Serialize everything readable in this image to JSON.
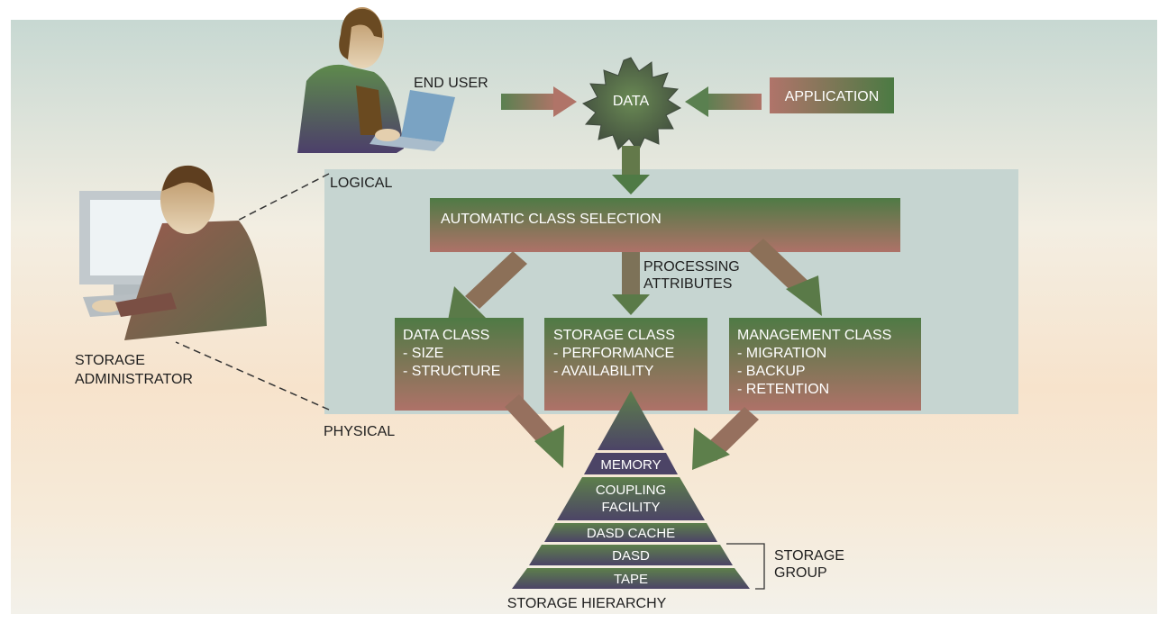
{
  "labels": {
    "end_user": "END USER",
    "data": "DATA",
    "application": "APPLICATION",
    "logical": "LOGICAL",
    "physical": "PHYSICAL",
    "admin_line1": "STORAGE",
    "admin_line2": "ADMINISTRATOR",
    "acs": "AUTOMATIC CLASS SELECTION",
    "processing_line1": "PROCESSING",
    "processing_line2": "ATTRIBUTES",
    "storage_hierarchy": "STORAGE HIERARCHY",
    "storage_group_line1": "STORAGE",
    "storage_group_line2": "GROUP"
  },
  "classes": {
    "data_class": {
      "title": "DATA CLASS",
      "items": [
        "- SIZE",
        "- STRUCTURE"
      ]
    },
    "storage_class": {
      "title": "STORAGE CLASS",
      "items": [
        "- PERFORMANCE",
        "- AVAILABILITY"
      ]
    },
    "management_class": {
      "title": "MANAGEMENT CLASS",
      "items": [
        "- MIGRATION",
        "- BACKUP",
        "- RETENTION"
      ]
    }
  },
  "pyramid": {
    "memory": "MEMORY",
    "coupling_line1": "COUPLING",
    "coupling_line2": "FACILITY",
    "dasd_cache": "DASD CACHE",
    "dasd": "DASD",
    "tape": "TAPE"
  },
  "colors": {
    "green": "#587a4a",
    "rose": "#a86c62",
    "purple": "#4f4566",
    "panel": "#c7d5d1"
  }
}
